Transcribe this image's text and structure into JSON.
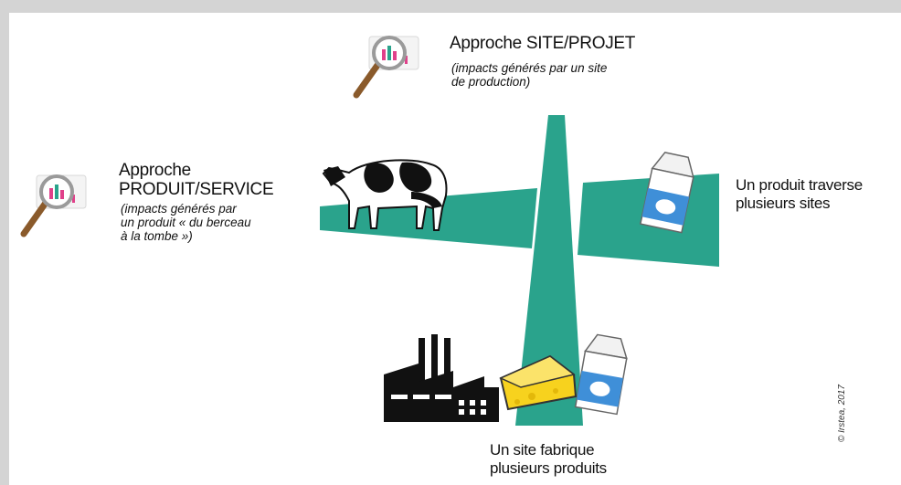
{
  "site_approach": {
    "title": "Approche SITE/PROJET",
    "subtitle_line1": "(impacts générés par un site",
    "subtitle_line2": "de production)"
  },
  "product_approach": {
    "title_line1": "Approche",
    "title_line2": "PRODUIT/SERVICE",
    "subtitle_line1": "(impacts générés par",
    "subtitle_line2": "un produit « du berceau",
    "subtitle_line3": "à la tombe »)"
  },
  "right_label": {
    "line1": "Un produit traverse",
    "line2": "plusieurs sites"
  },
  "bottom_label": {
    "line1": "Un site fabrique",
    "line2": "plusieurs produits"
  },
  "copyright": "© Irstea, 2017",
  "icons": [
    "magnifier-chart-icon",
    "cow-icon",
    "milk-carton-icon",
    "factory-icon",
    "cheese-icon"
  ],
  "colors": {
    "teal": "#2aa38c",
    "background": "#d4d4d4",
    "panel": "#ffffff"
  }
}
